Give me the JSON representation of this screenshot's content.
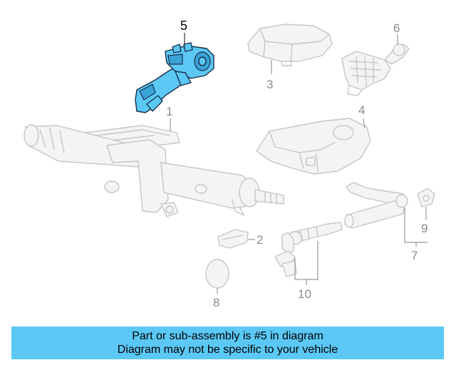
{
  "callouts": {
    "c1": "1",
    "c2": "2",
    "c3": "3",
    "c4": "4",
    "c5": "5",
    "c6": "6",
    "c7": "7",
    "c8": "8",
    "c9": "9",
    "c10": "10"
  },
  "highlight_color": "#5bc8f5",
  "banner": {
    "line1": "Part or sub-assembly is #5 in diagram",
    "line2": "Diagram may not be specific to your vehicle"
  }
}
